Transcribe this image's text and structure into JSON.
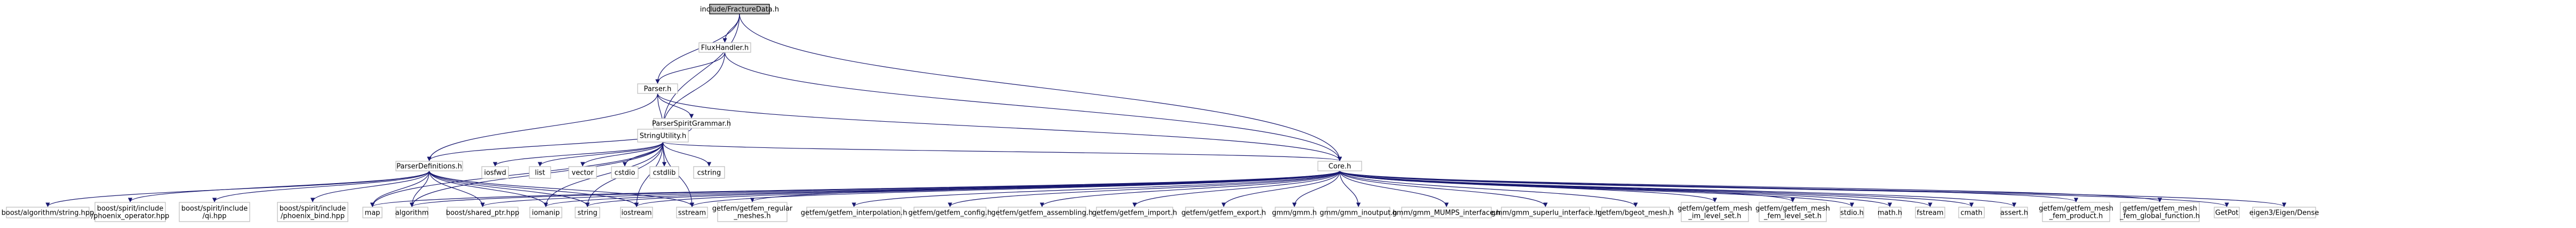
{
  "diagram": {
    "root": "include/FractureData.h",
    "nodes": [
      {
        "id": "root",
        "label": "include/FractureData.h",
        "root": true
      },
      {
        "id": "flux",
        "label": "FluxHandler.h"
      },
      {
        "id": "parser",
        "label": "Parser.h"
      },
      {
        "id": "spirit",
        "label": "ParserSpiritGrammar.h"
      },
      {
        "id": "strutil",
        "label": "StringUtility.h"
      },
      {
        "id": "defs",
        "label": "ParserDefinitions.h"
      },
      {
        "id": "core",
        "label": "Core.h"
      },
      {
        "id": "iosfwd",
        "label": "iosfwd"
      },
      {
        "id": "list",
        "label": "list"
      },
      {
        "id": "vector",
        "label": "vector"
      },
      {
        "id": "cstdio",
        "label": "cstdio"
      },
      {
        "id": "cstdlib",
        "label": "cstdlib"
      },
      {
        "id": "cstring",
        "label": "cstring"
      },
      {
        "id": "b_algo",
        "label": "boost/algorithm/string.hpp"
      },
      {
        "id": "b_phx_op",
        "label": "boost/spirit/include\n/phoenix_operator.hpp"
      },
      {
        "id": "b_qi",
        "label": "boost/spirit/include\n/qi.hpp"
      },
      {
        "id": "b_phx_bind",
        "label": "boost/spirit/include\n/phoenix_bind.hpp"
      },
      {
        "id": "map",
        "label": "map"
      },
      {
        "id": "algorithm",
        "label": "algorithm"
      },
      {
        "id": "b_shared",
        "label": "boost/shared_ptr.hpp"
      },
      {
        "id": "iomanip",
        "label": "iomanip"
      },
      {
        "id": "string",
        "label": "string"
      },
      {
        "id": "iostream",
        "label": "iostream"
      },
      {
        "id": "sstream",
        "label": "sstream"
      },
      {
        "id": "gf_reg",
        "label": "getfem/getfem_regular\n_meshes.h"
      },
      {
        "id": "gf_interp",
        "label": "getfem/getfem_interpolation.h"
      },
      {
        "id": "gf_config",
        "label": "getfem/getfem_config.h"
      },
      {
        "id": "gf_assem",
        "label": "getfem/getfem_assembling.h"
      },
      {
        "id": "gf_import",
        "label": "getfem/getfem_import.h"
      },
      {
        "id": "gf_export",
        "label": "getfem/getfem_export.h"
      },
      {
        "id": "gmm",
        "label": "gmm/gmm.h"
      },
      {
        "id": "gmm_io",
        "label": "gmm/gmm_inoutput.h"
      },
      {
        "id": "gmm_mumps",
        "label": "gmm/gmm_MUMPS_interface.h"
      },
      {
        "id": "gmm_superlu",
        "label": "gmm/gmm_superlu_interface.h"
      },
      {
        "id": "gf_bgeot",
        "label": "getfem/bgeot_mesh.h"
      },
      {
        "id": "gf_im_set",
        "label": "getfem/getfem_mesh\n_im_level_set.h"
      },
      {
        "id": "gf_fem_set",
        "label": "getfem/getfem_mesh\n_fem_level_set.h"
      },
      {
        "id": "stdio",
        "label": "stdio.h"
      },
      {
        "id": "math",
        "label": "math.h"
      },
      {
        "id": "fstream",
        "label": "fstream"
      },
      {
        "id": "cmath",
        "label": "cmath"
      },
      {
        "id": "assert",
        "label": "assert.h"
      },
      {
        "id": "gf_fem_prod",
        "label": "getfem/getfem_mesh\n_fem_product.h"
      },
      {
        "id": "gf_fem_glob",
        "label": "getfem/getfem_mesh\n_fem_global_function.h"
      },
      {
        "id": "getpot",
        "label": "GetPot"
      },
      {
        "id": "eigen",
        "label": "eigen3/Eigen/Dense"
      }
    ],
    "edges": [
      [
        "root",
        "flux"
      ],
      [
        "root",
        "parser"
      ],
      [
        "root",
        "strutil"
      ],
      [
        "root",
        "core"
      ],
      [
        "flux",
        "parser"
      ],
      [
        "flux",
        "strutil"
      ],
      [
        "flux",
        "core"
      ],
      [
        "parser",
        "spirit"
      ],
      [
        "parser",
        "strutil"
      ],
      [
        "parser",
        "defs"
      ],
      [
        "parser",
        "core"
      ],
      [
        "spirit",
        "defs"
      ],
      [
        "strutil",
        "iosfwd"
      ],
      [
        "strutil",
        "list"
      ],
      [
        "strutil",
        "vector"
      ],
      [
        "strutil",
        "cstdio"
      ],
      [
        "strutil",
        "cstdlib"
      ],
      [
        "strutil",
        "cstring"
      ],
      [
        "strutil",
        "string"
      ],
      [
        "strutil",
        "iostream"
      ],
      [
        "strutil",
        "sstream"
      ],
      [
        "strutil",
        "iomanip"
      ],
      [
        "strutil",
        "algorithm"
      ],
      [
        "strutil",
        "map"
      ],
      [
        "strutil",
        "core"
      ],
      [
        "defs",
        "b_algo"
      ],
      [
        "defs",
        "b_phx_op"
      ],
      [
        "defs",
        "b_qi"
      ],
      [
        "defs",
        "b_phx_bind"
      ],
      [
        "defs",
        "map"
      ],
      [
        "defs",
        "algorithm"
      ],
      [
        "defs",
        "b_shared"
      ],
      [
        "defs",
        "iomanip"
      ],
      [
        "defs",
        "string"
      ],
      [
        "defs",
        "iostream"
      ],
      [
        "defs",
        "sstream"
      ],
      [
        "core",
        "map"
      ],
      [
        "core",
        "algorithm"
      ],
      [
        "core",
        "b_shared"
      ],
      [
        "core",
        "iomanip"
      ],
      [
        "core",
        "string"
      ],
      [
        "core",
        "iostream"
      ],
      [
        "core",
        "sstream"
      ],
      [
        "core",
        "gf_reg"
      ],
      [
        "core",
        "gf_interp"
      ],
      [
        "core",
        "gf_config"
      ],
      [
        "core",
        "gf_assem"
      ],
      [
        "core",
        "gf_import"
      ],
      [
        "core",
        "gf_export"
      ],
      [
        "core",
        "gmm"
      ],
      [
        "core",
        "gmm_io"
      ],
      [
        "core",
        "gmm_mumps"
      ],
      [
        "core",
        "gmm_superlu"
      ],
      [
        "core",
        "gf_bgeot"
      ],
      [
        "core",
        "gf_im_set"
      ],
      [
        "core",
        "gf_fem_set"
      ],
      [
        "core",
        "stdio"
      ],
      [
        "core",
        "math"
      ],
      [
        "core",
        "fstream"
      ],
      [
        "core",
        "cmath"
      ],
      [
        "core",
        "assert"
      ],
      [
        "core",
        "gf_fem_prod"
      ],
      [
        "core",
        "gf_fem_glob"
      ],
      [
        "core",
        "getpot"
      ],
      [
        "core",
        "eigen"
      ]
    ]
  }
}
